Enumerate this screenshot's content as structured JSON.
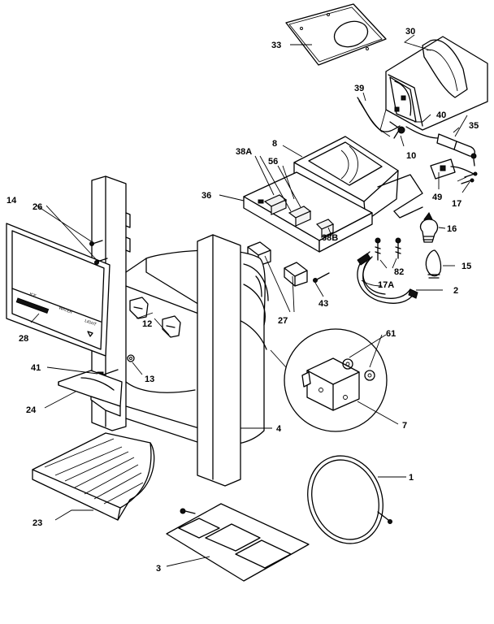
{
  "parts": [
    {
      "id": "p1",
      "label": "1"
    },
    {
      "id": "p2",
      "label": "2"
    },
    {
      "id": "p3",
      "label": "3"
    },
    {
      "id": "p4",
      "label": "4"
    },
    {
      "id": "p7",
      "label": "7"
    },
    {
      "id": "p8",
      "label": "8"
    },
    {
      "id": "p10",
      "label": "10"
    },
    {
      "id": "p12",
      "label": "12"
    },
    {
      "id": "p13",
      "label": "13"
    },
    {
      "id": "p14",
      "label": "14"
    },
    {
      "id": "p15",
      "label": "15"
    },
    {
      "id": "p16",
      "label": "16"
    },
    {
      "id": "p17",
      "label": "17"
    },
    {
      "id": "p17a",
      "label": "17A"
    },
    {
      "id": "p23",
      "label": "23"
    },
    {
      "id": "p24",
      "label": "24"
    },
    {
      "id": "p26",
      "label": "26"
    },
    {
      "id": "p27",
      "label": "27"
    },
    {
      "id": "p28",
      "label": "28"
    },
    {
      "id": "p30",
      "label": "30"
    },
    {
      "id": "p33",
      "label": "33"
    },
    {
      "id": "p35",
      "label": "35"
    },
    {
      "id": "p36",
      "label": "36"
    },
    {
      "id": "p38a",
      "label": "38A"
    },
    {
      "id": "p38b",
      "label": "38B"
    },
    {
      "id": "p39",
      "label": "39"
    },
    {
      "id": "p40",
      "label": "40"
    },
    {
      "id": "p41",
      "label": "41"
    },
    {
      "id": "p43",
      "label": "43"
    },
    {
      "id": "p49",
      "label": "49"
    },
    {
      "id": "p56",
      "label": "56"
    },
    {
      "id": "p61",
      "label": "61"
    },
    {
      "id": "p82",
      "label": "82"
    }
  ]
}
